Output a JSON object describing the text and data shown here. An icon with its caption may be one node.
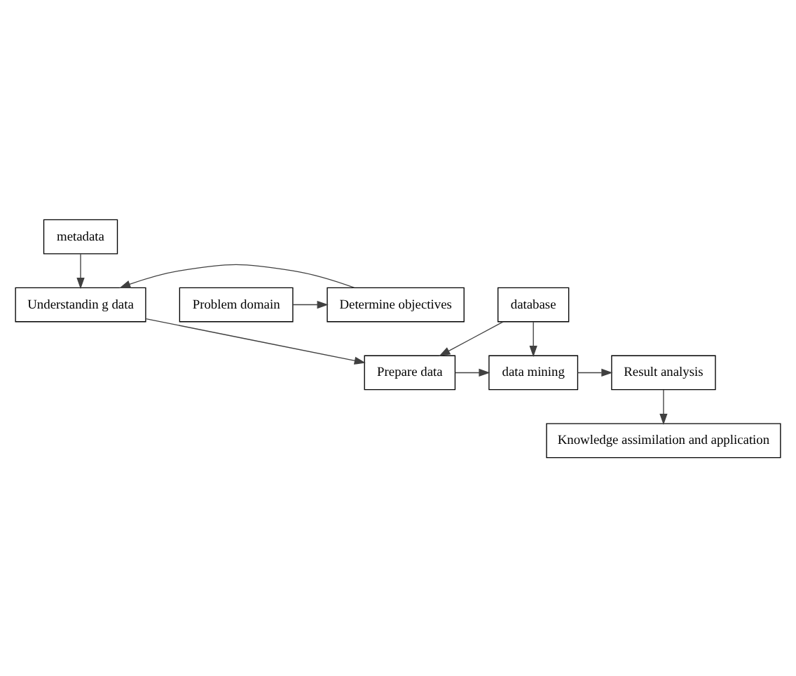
{
  "diagram": {
    "nodes": [
      {
        "text": [
          "metadata"
        ]
      },
      {
        "text": [
          "Problem domain"
        ]
      },
      {
        "text": [
          "Determine objectives"
        ]
      },
      {
        "text": [
          "Understandin g data"
        ]
      },
      {
        "text": [
          "database"
        ]
      },
      {
        "text": [
          "Result analysis"
        ]
      },
      {
        "text": [
          "data mining"
        ]
      },
      {
        "text": [
          "Prepare data"
        ]
      },
      {
        "text": [
          "Knowledge assimilation and application"
        ]
      }
    ],
    "edges": [
      {
        "from": 0,
        "to": 3,
        "arrow": "to"
      },
      {
        "from": 1,
        "to": 2,
        "arrow": "to"
      },
      {
        "from": 2,
        "to": 3,
        "arrow": "to"
      },
      {
        "from": 3,
        "to": 7,
        "arrow": "to"
      },
      {
        "from": 4,
        "to": 6,
        "arrow": "to"
      },
      {
        "from": 4,
        "to": 7,
        "arrow": "to"
      },
      {
        "from": 7,
        "to": 6,
        "arrow": "to"
      },
      {
        "from": 6,
        "to": 5,
        "arrow": "to"
      },
      {
        "from": 5,
        "to": 8,
        "arrow": "to"
      }
    ]
  }
}
